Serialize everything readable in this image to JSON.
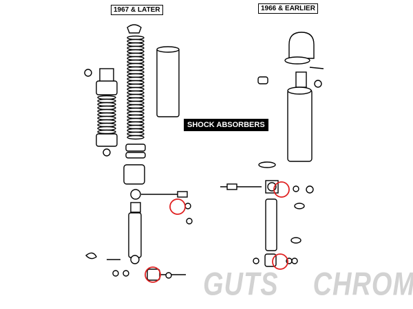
{
  "labels": {
    "left_section": "1967 & LATER",
    "right_section": "1966 & EARLIER",
    "title": "SHOCK ABSORBERS"
  },
  "watermark": {
    "word1": "GUTS",
    "word2": "CHROME"
  },
  "colors": {
    "highlight": "#e02020",
    "watermark": "#d2d2d2",
    "line": "#000000"
  }
}
